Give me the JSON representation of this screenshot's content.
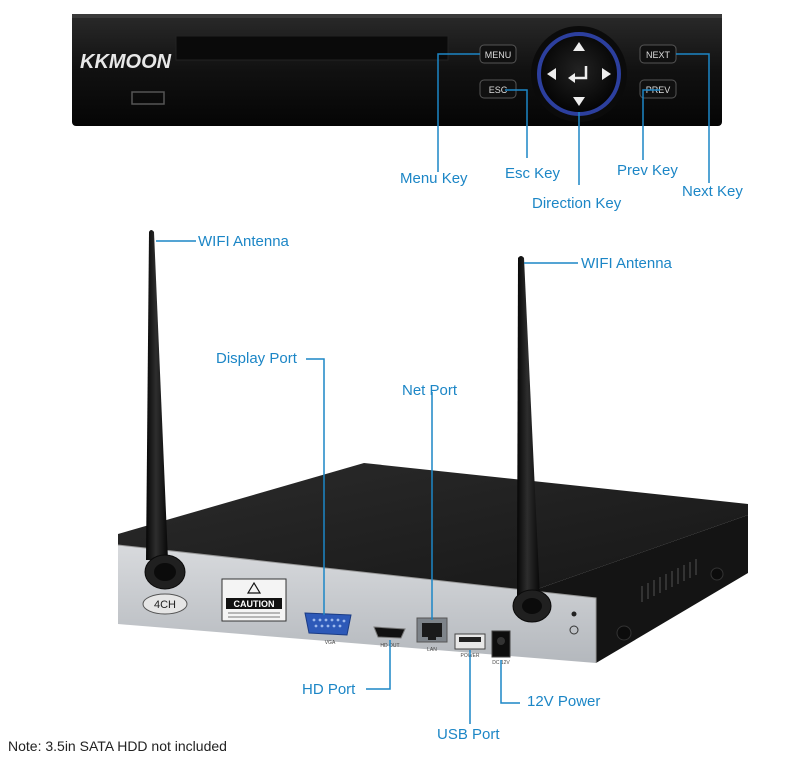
{
  "front_panel": {
    "brand": "KKMOON",
    "keys": {
      "menu": "MENU",
      "esc": "ESC",
      "next": "NEXT",
      "prev": "PREV"
    }
  },
  "callouts": {
    "menu_key": "Menu Key",
    "esc_key": "Esc Key",
    "direction_key": "Direction Key",
    "prev_key": "Prev Key",
    "next_key": "Next Key",
    "wifi_antenna_left": "WIFI Antenna",
    "wifi_antenna_right": "WIFI Antenna",
    "display_port": "Display Port",
    "net_port": "Net Port",
    "hd_port": "HD Port",
    "usb_port": "USB Port",
    "power_12v": "12V Power"
  },
  "rear_panel": {
    "channel_badge": "4CH",
    "caution": "CAUTION",
    "port_labels": {
      "vga": "VGA",
      "hdmi": "HD OUT",
      "lan": "LAN",
      "usb": "POWER",
      "dc": "DC 12V"
    }
  },
  "note": "Note: 3.5in SATA HDD not included",
  "colors": {
    "callout": "#1c86c6",
    "device_body": "#1a1a1a",
    "rear_face": "#c9ccd0",
    "direction_ring": "#2c3f9e"
  }
}
